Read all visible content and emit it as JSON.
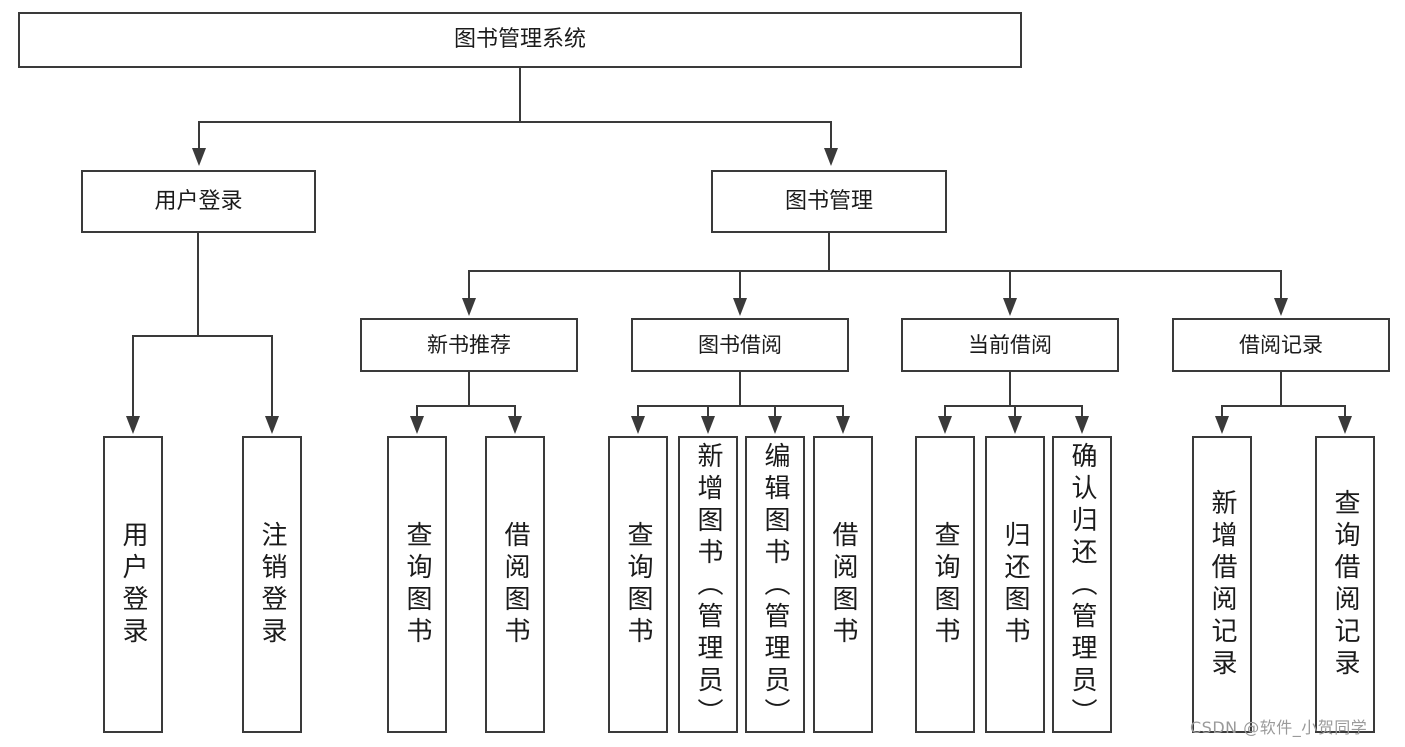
{
  "diagram": {
    "type": "tree-hierarchy-diagram",
    "title": "图书管理系统",
    "colors": {
      "box_border": "#3a3a3a",
      "box_fill": "#ffffff",
      "text": "#1b1b1b",
      "connector": "#3a3a3a",
      "watermark": "#9a9a9a"
    },
    "levels": {
      "root": {
        "label": "图书管理系统"
      },
      "level2": [
        {
          "label": "用户登录"
        },
        {
          "label": "图书管理"
        }
      ],
      "level3": [
        {
          "label": "新书推荐"
        },
        {
          "label": "图书借阅"
        },
        {
          "label": "当前借阅"
        },
        {
          "label": "借阅记录"
        }
      ],
      "leaves": {
        "user_login": [
          {
            "label": "用户登录"
          },
          {
            "label": "注销登录"
          }
        ],
        "new_book_recommend": [
          {
            "label": "查询图书"
          },
          {
            "label": "借阅图书"
          }
        ],
        "book_borrow": [
          {
            "label": "查询图书"
          },
          {
            "label": "新增图书（管理员）"
          },
          {
            "label": "编辑图书（管理员）"
          },
          {
            "label": "借阅图书"
          }
        ],
        "current_borrow": [
          {
            "label": "查询图书"
          },
          {
            "label": "归还图书"
          },
          {
            "label": "确认归还（管理员）"
          }
        ],
        "borrow_record": [
          {
            "label": "新增借阅记录"
          },
          {
            "label": "查询借阅记录"
          }
        ]
      }
    },
    "watermark": "CSDN @软件_小贺同学"
  }
}
